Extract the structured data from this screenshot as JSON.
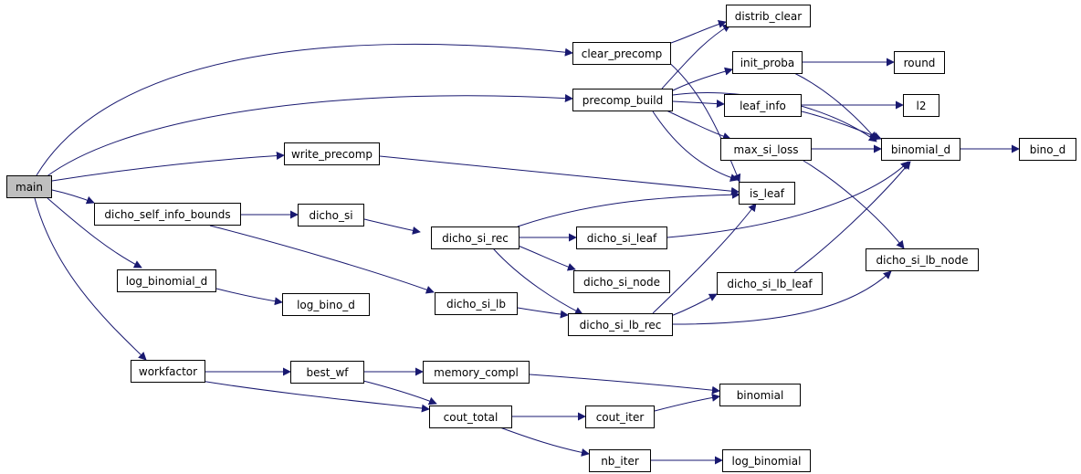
{
  "colors": {
    "edge": "#191970",
    "node_border": "#000000",
    "node_fill": "#ffffff",
    "root_fill": "#bfbfbf"
  },
  "nodes": {
    "main": "main",
    "clear_precomp": "clear_precomp",
    "precomp_build": "precomp_build",
    "write_precomp": "write_precomp",
    "dicho_self_info_bounds": "dicho_self_info_bounds",
    "log_binomial_d": "log_binomial_d",
    "workfactor": "workfactor",
    "distrib_clear": "distrib_clear",
    "init_proba": "init_proba",
    "round": "round",
    "leaf_info": "leaf_info",
    "l2": "l2",
    "max_si_loss": "max_si_loss",
    "binomial_d": "binomial_d",
    "bino_d": "bino_d",
    "is_leaf": "is_leaf",
    "dicho_si": "dicho_si",
    "dicho_si_rec": "dicho_si_rec",
    "dicho_si_leaf": "dicho_si_leaf",
    "dicho_si_node": "dicho_si_node",
    "dicho_si_lb_node": "dicho_si_lb_node",
    "dicho_si_lb_leaf": "dicho_si_lb_leaf",
    "dicho_si_lb": "dicho_si_lb",
    "dicho_si_lb_rec": "dicho_si_lb_rec",
    "log_bino_d": "log_bino_d",
    "best_wf": "best_wf",
    "memory_compl": "memory_compl",
    "binomial": "binomial",
    "cout_total": "cout_total",
    "cout_iter": "cout_iter",
    "nb_iter": "nb_iter",
    "log_binomial": "log_binomial"
  }
}
